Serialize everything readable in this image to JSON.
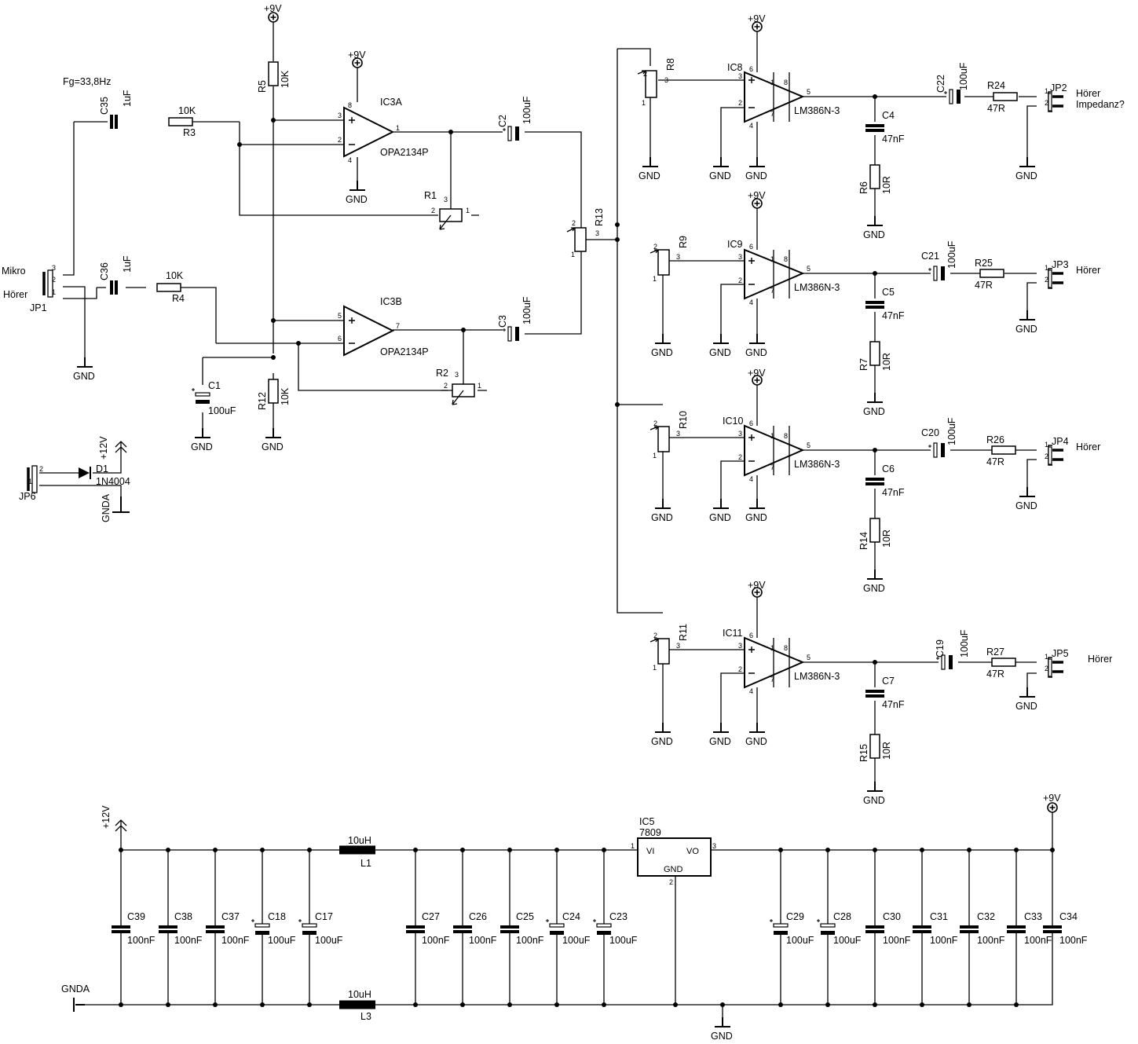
{
  "labels": {
    "vcc9": "+9V",
    "vcc12": "+12V",
    "gnd": "GND",
    "gnda": "GNDA",
    "fg": "Fg=33,8Hz",
    "mikro": "Mikro",
    "hoerer": "Hörer",
    "impedanz": "Impedanz?"
  },
  "parts": {
    "R1": "R1",
    "R2": "R2",
    "R3": "R3",
    "R4": "R4",
    "R5": "R5",
    "R6": "R6",
    "R7": "R7",
    "R8": "R8",
    "R9": "R9",
    "R10": "R10",
    "R11": "R11",
    "R12": "R12",
    "R13": "R13",
    "R14": "R14",
    "R15": "R15",
    "R24": "R24",
    "R25": "R25",
    "R26": "R26",
    "R27": "R27",
    "C1": "C1",
    "C2": "C2",
    "C3": "C3",
    "C4": "C4",
    "C5": "C5",
    "C6": "C6",
    "C7": "C7",
    "C17": "C17",
    "C18": "C18",
    "C19": "C19",
    "C20": "C20",
    "C21": "C21",
    "C22": "C22",
    "C23": "C23",
    "C24": "C24",
    "C25": "C25",
    "C26": "C26",
    "C27": "C27",
    "C28": "C28",
    "C29": "C29",
    "C30": "C30",
    "C31": "C31",
    "C32": "C32",
    "C33": "C33",
    "C34": "C34",
    "C35": "C35",
    "C36": "C36",
    "C37": "C37",
    "C38": "C38",
    "C39": "C39",
    "IC3A": "IC3A",
    "IC3B": "IC3B",
    "IC5": "IC5",
    "IC8": "IC8",
    "IC9": "IC9",
    "IC10": "IC10",
    "IC11": "IC11",
    "L1": "L1",
    "L3": "L3",
    "D1": "D1",
    "JP1": "JP1",
    "JP2": "JP2",
    "JP3": "JP3",
    "JP4": "JP4",
    "JP5": "JP5",
    "JP6": "JP6"
  },
  "values": {
    "v10K": "10K",
    "v1uF": "1uF",
    "v100uF": "100uF",
    "v100nF": "100nF",
    "v47nF": "47nF",
    "v10R": "10R",
    "v47R": "47R",
    "v10uH": "10uH",
    "opa": "OPA2134P",
    "lm386": "LM386N-3",
    "reg": "7809",
    "diode": "1N4004",
    "vi": "VI",
    "vo": "VO"
  }
}
